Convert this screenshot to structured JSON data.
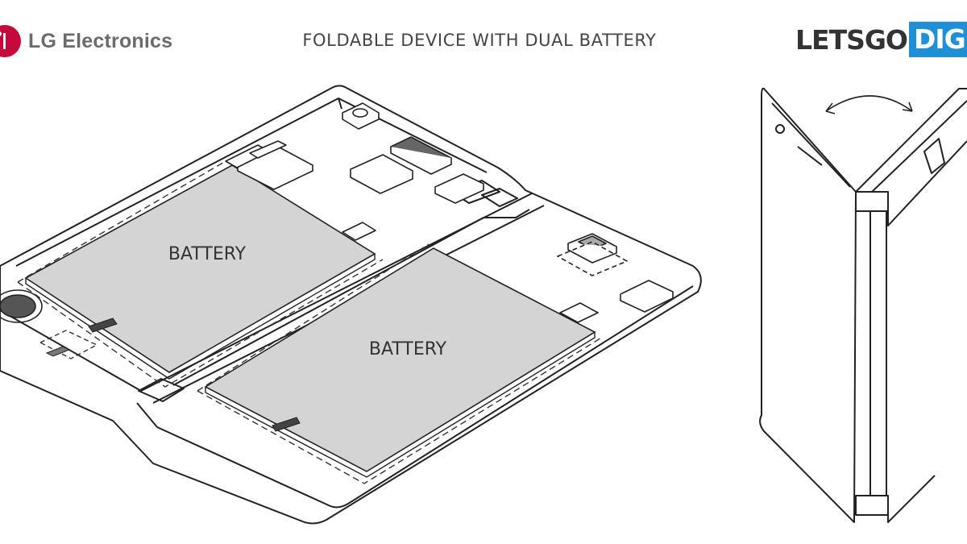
{
  "header": {
    "brand": "LG Electronics",
    "title": "FOLDABLE DEVICE WITH DUAL BATTERY",
    "watermark_left": "LETSGO",
    "watermark_right": "DIGIT"
  },
  "labels": {
    "battery_1": "BATTERY",
    "battery_2": "BATTERY"
  },
  "colors": {
    "lg_red": "#c6093b",
    "letsgodigital_blue": "#1f8fd6",
    "battery_fill": "#d4d4d4"
  }
}
